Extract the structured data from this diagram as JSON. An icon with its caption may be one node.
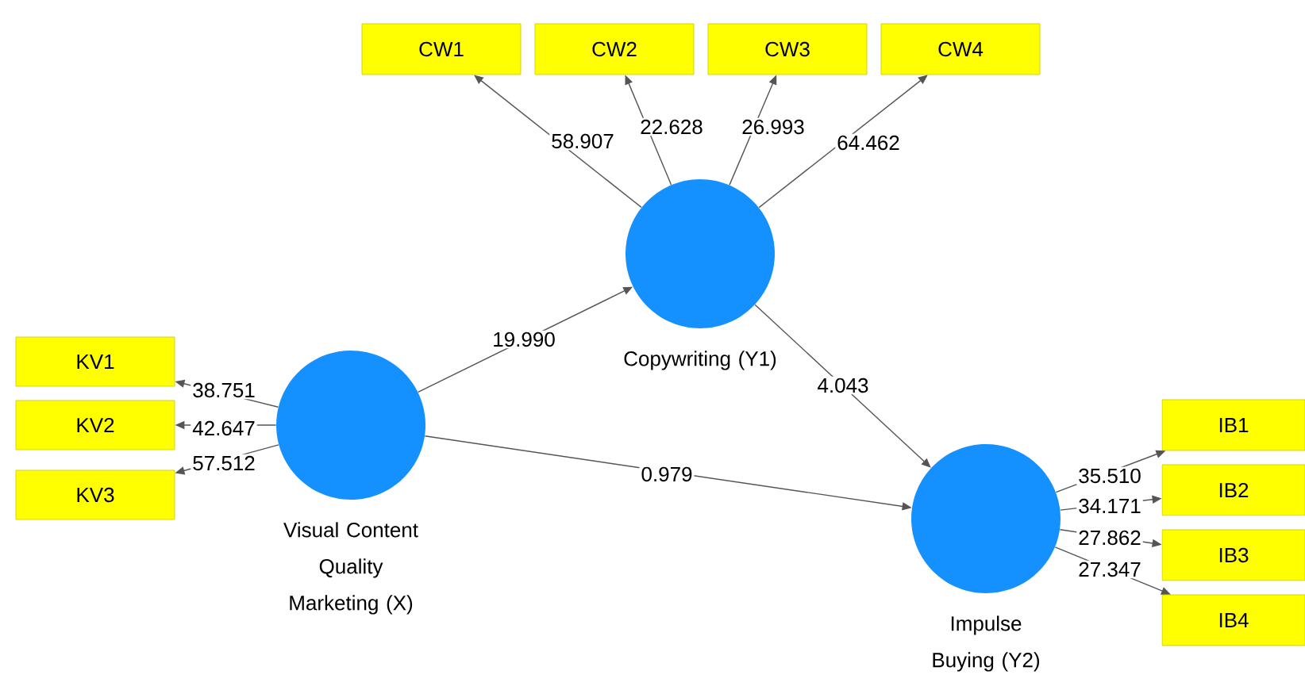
{
  "diagram": {
    "nodes": [
      {
        "text": [
          "CW1"
        ]
      },
      {
        "text": [
          "CW2"
        ]
      },
      {
        "text": [
          "CW3"
        ]
      },
      {
        "text": [
          "CW4"
        ]
      },
      {
        "text": [
          "Copywriting (Y1)"
        ]
      },
      {
        "text": [
          "KV1"
        ]
      },
      {
        "text": [
          "KV2"
        ]
      },
      {
        "text": [
          "KV3"
        ]
      },
      {
        "text": [
          "Visual Content Quality Marketing (X)"
        ]
      },
      {
        "text": [
          "IB1"
        ]
      },
      {
        "text": [
          "IB2"
        ]
      },
      {
        "text": [
          "IB3"
        ]
      },
      {
        "text": [
          "IB4"
        ]
      },
      {
        "text": [
          "Impulse Buying (Y2)"
        ]
      }
    ],
    "edges": [
      {
        "from": 4,
        "to": 0,
        "arrow": "to",
        "label": "58.907"
      },
      {
        "from": 4,
        "to": 1,
        "arrow": "to",
        "label": "22.628"
      },
      {
        "from": 4,
        "to": 2,
        "arrow": "to",
        "label": "26.993"
      },
      {
        "from": 4,
        "to": 3,
        "arrow": "to",
        "label": "64.462"
      },
      {
        "from": 8,
        "to": 5,
        "arrow": "to",
        "label": "38.751"
      },
      {
        "from": 8,
        "to": 6,
        "arrow": "to",
        "label": "42.647"
      },
      {
        "from": 8,
        "to": 7,
        "arrow": "to",
        "label": "57.512"
      },
      {
        "from": 13,
        "to": 9,
        "arrow": "to",
        "label": "35.510"
      },
      {
        "from": 13,
        "to": 10,
        "arrow": "to",
        "label": "34.171"
      },
      {
        "from": 13,
        "to": 11,
        "arrow": "to",
        "label": "27.862"
      },
      {
        "from": 13,
        "to": 12,
        "arrow": "to",
        "label": "27.347"
      },
      {
        "from": 8,
        "to": 4,
        "arrow": "to",
        "label": "19.990"
      },
      {
        "from": 4,
        "to": 13,
        "arrow": "to",
        "label": "4.043"
      },
      {
        "from": 8,
        "to": 13,
        "arrow": "to",
        "label": "0.979"
      }
    ]
  }
}
